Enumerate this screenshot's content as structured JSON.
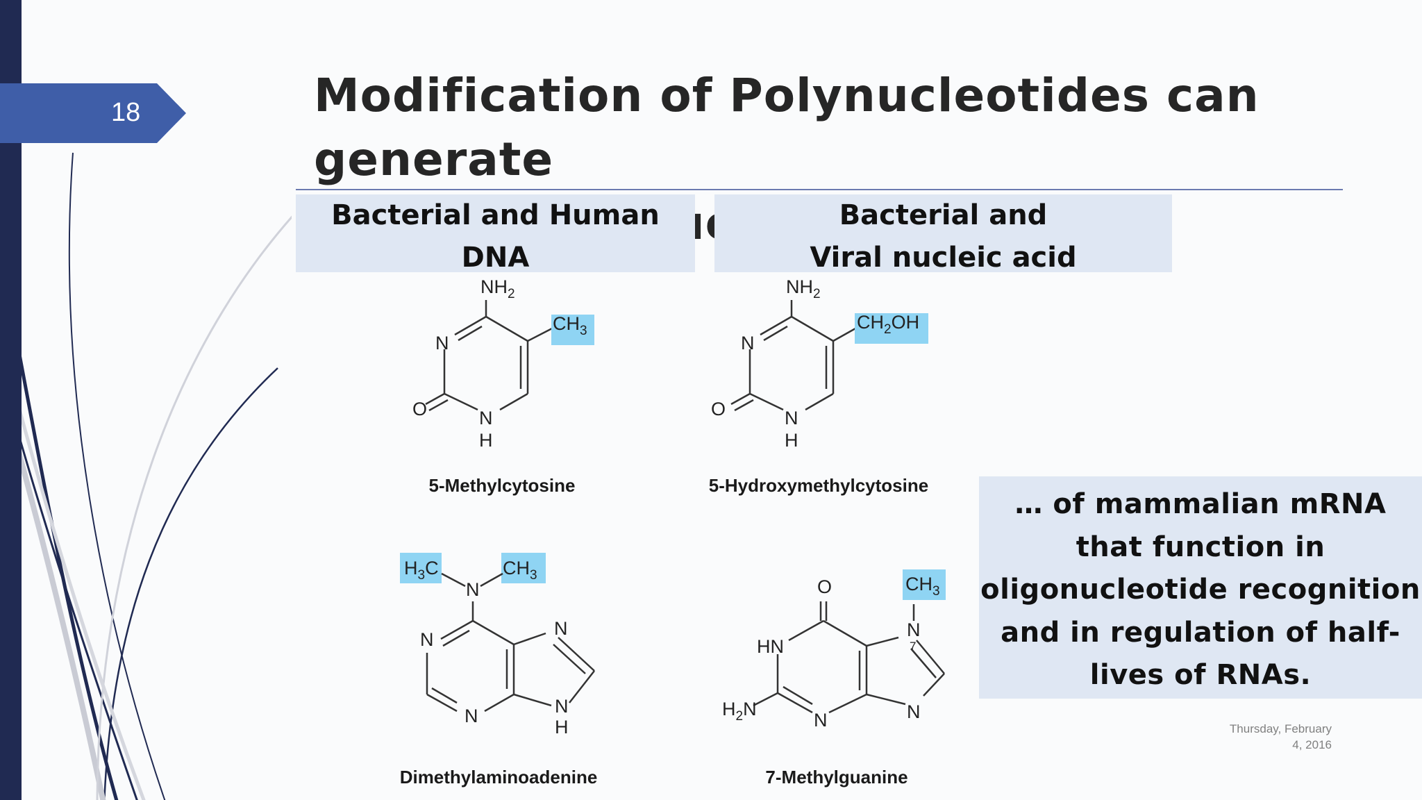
{
  "slide": {
    "number": "18",
    "title_line1": "Modification of Polynucleotides can generate",
    "title_line2": "additional structures",
    "date_line1": "Thursday, February",
    "date_line2": "4, 2016"
  },
  "headers": {
    "left_line1": "Bacterial and Human",
    "left_line2": "DNA",
    "right_line1": "Bacterial and",
    "right_line2": "Viral nucleic acid"
  },
  "note": {
    "line1": "… of mammalian mRNA",
    "line2": "that function in",
    "line3": "oligonucleotide recognition",
    "line4": "and in regulation of half-",
    "line5": "lives of RNAs."
  },
  "molecules": [
    {
      "name": "5-Methylcytosine",
      "atoms": {
        "amine": "NH",
        "amine_sub": "2",
        "n3": "N",
        "n1": "N",
        "n1_h": "H",
        "o2": "O",
        "group": "CH",
        "group_sub": "3",
        "group_tail": ""
      }
    },
    {
      "name": "5-Hydroxymethylcytosine",
      "atoms": {
        "amine": "NH",
        "amine_sub": "2",
        "n3": "N",
        "n1": "N",
        "n1_h": "H",
        "o2": "O",
        "group": "CH",
        "group_sub": "2",
        "group_tail": "OH"
      }
    },
    {
      "name": "Dimethylaminoadenine",
      "atoms": {
        "left_methyl": "H",
        "left_methyl_sub": "3",
        "left_methyl_tail": "C",
        "right_methyl": "CH",
        "right_methyl_sub": "3",
        "n6": "N",
        "n1": "N",
        "n3": "N",
        "n7": "N",
        "n9": "N",
        "n9_h": "H"
      }
    },
    {
      "name": "7-Methylguanine",
      "atoms": {
        "o6": "O",
        "hn1": "HN",
        "amine": "H",
        "amine_sub": "2",
        "amine_tail": "N",
        "n3": "N",
        "n7": "N",
        "n7_pos": "7",
        "n9": "N",
        "methyl": "CH",
        "methyl_sub": "3"
      }
    }
  ],
  "colors": {
    "dark_bar": "#202a52",
    "number_tab": "#3f5ea8",
    "header_fill": "#dfe7f3",
    "highlight": "#8fd4f3",
    "rule": "#6b7ab0"
  }
}
